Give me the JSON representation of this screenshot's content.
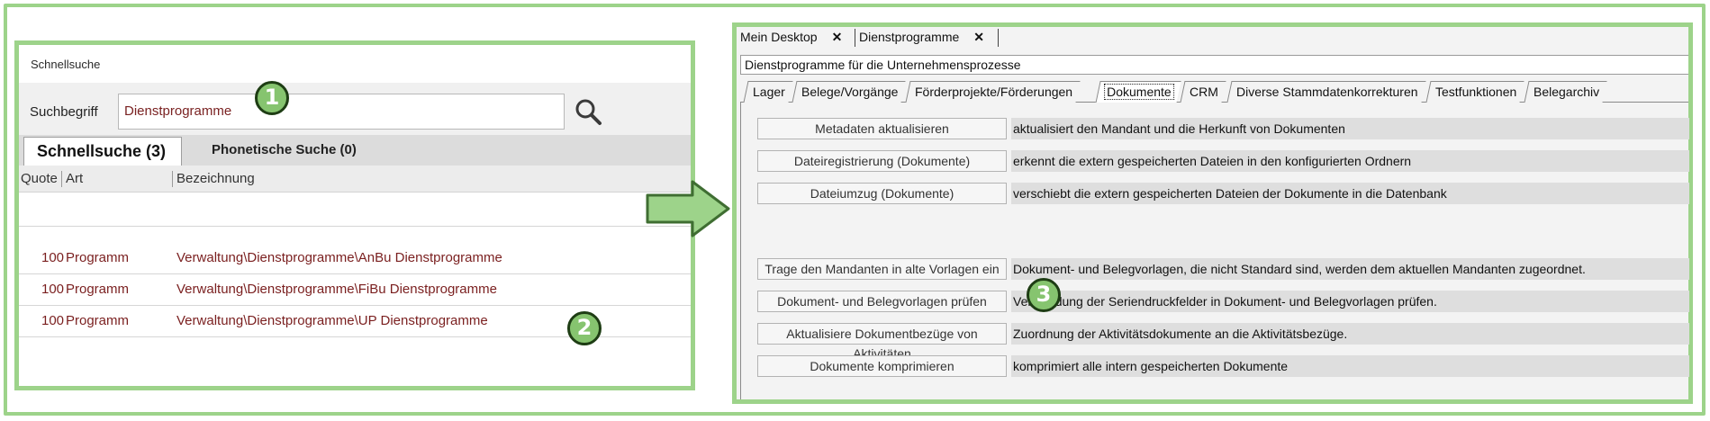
{
  "left_panel": {
    "title": "Schnellsuche",
    "search_label": "Suchbegriff",
    "search_value": "Dienstprogramme",
    "tabs": [
      {
        "label": "Schnellsuche (3)"
      },
      {
        "label": "Phonetische Suche (0)"
      }
    ],
    "columns": [
      "Quote",
      "Art",
      "Bezeichnung"
    ],
    "rows": [
      {
        "quote": "100",
        "art": "Programm",
        "bezeichnung": "Verwaltung\\Dienstprogramme\\AnBu Dienstprogramme"
      },
      {
        "quote": "100",
        "art": "Programm",
        "bezeichnung": "Verwaltung\\Dienstprogramme\\FiBu Dienstprogramme"
      },
      {
        "quote": "100",
        "art": "Programm",
        "bezeichnung": "Verwaltung\\Dienstprogramme\\UP Dienstprogramme"
      }
    ]
  },
  "right_panel": {
    "top_tabs": [
      {
        "label": "Mein Desktop",
        "close": "✕"
      },
      {
        "label": "Dienstprogramme",
        "close": "✕"
      }
    ],
    "header": "Dienstprogramme für die Unternehmensprozesse",
    "sub_tabs": [
      "Lager",
      "Belege/Vorgänge",
      "Förderprojekte/Förderungen",
      "Dokumente",
      "CRM",
      "Diverse Stammdatenkorrekturen",
      "Testfunktionen",
      "Belegarchiv"
    ],
    "active_sub_tab": "Dokumente",
    "actions": [
      {
        "button": "Metadaten aktualisieren",
        "description": "aktualisiert den Mandant und die Herkunft von Dokumenten"
      },
      {
        "button": "Dateiregistrierung (Dokumente)",
        "description": "erkennt die extern gespeicherten Dateien in den konfigurierten Ordnern"
      },
      {
        "button": "Dateiumzug (Dokumente)",
        "description": "verschiebt die extern gespeicherten Dateien der Dokumente in die Datenbank"
      },
      {
        "button": "Trage den Mandanten in alte Vorlagen ein",
        "description": "Dokument- und Belegvorlagen, die nicht Standard sind, werden dem aktuellen Mandanten zugeordnet."
      },
      {
        "button": "Dokument- und Belegvorlagen prüfen",
        "description": "Verwendung der Seriendruckfelder in Dokument- und Belegvorlagen prüfen."
      },
      {
        "button": "Aktualisiere Dokumentbezüge von Aktivitäten",
        "description": "Zuordnung der Aktivitätsdokumente an die Aktivitätsbezüge."
      },
      {
        "button": "Dokumente komprimieren",
        "description": "komprimiert alle intern gespeicherten Dokumente"
      }
    ]
  },
  "badges": [
    "1",
    "2",
    "3"
  ],
  "colors": {
    "highlight_green": "#9dd38a",
    "badge_green": "#86c46f",
    "badge_border": "#1e3d14",
    "text_red": "#7a1f1f"
  },
  "icons": {
    "search_button": "search-icon",
    "arrow": "right-arrow-icon"
  }
}
